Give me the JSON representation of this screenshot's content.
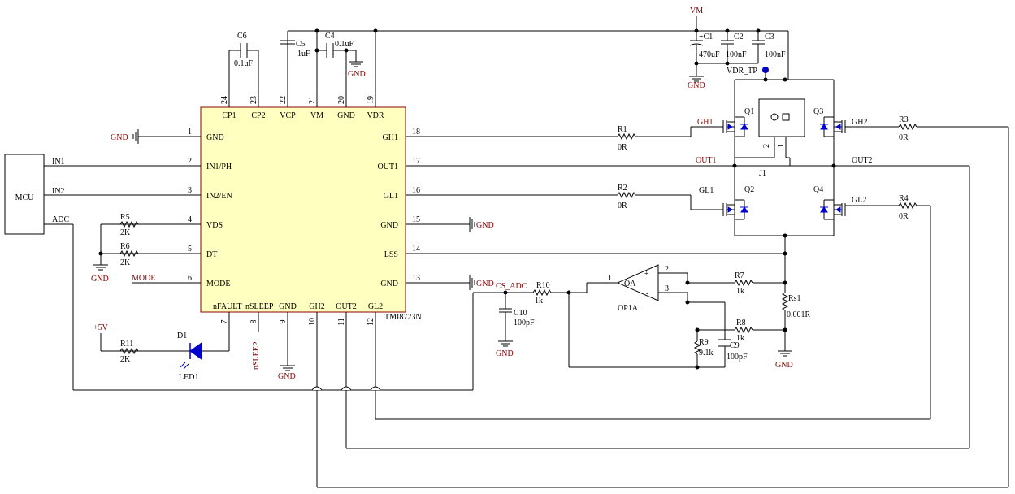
{
  "ic": {
    "name": "TMI8723N",
    "pins": [
      {
        "num": "1",
        "label": "GND"
      },
      {
        "num": "2",
        "label": "IN1/PH"
      },
      {
        "num": "3",
        "label": "IN2/EN"
      },
      {
        "num": "4",
        "label": "VDS"
      },
      {
        "num": "5",
        "label": "DT"
      },
      {
        "num": "6",
        "label": "MODE"
      },
      {
        "num": "7",
        "label": "nFAULT"
      },
      {
        "num": "8",
        "label": "nSLEEP"
      },
      {
        "num": "9",
        "label": "GND"
      },
      {
        "num": "10",
        "label": "GH2"
      },
      {
        "num": "11",
        "label": "OUT2"
      },
      {
        "num": "12",
        "label": "GL2"
      },
      {
        "num": "13",
        "label": "GND"
      },
      {
        "num": "14",
        "label": "LSS"
      },
      {
        "num": "15",
        "label": "GND"
      },
      {
        "num": "16",
        "label": "GL1"
      },
      {
        "num": "17",
        "label": "OUT1"
      },
      {
        "num": "18",
        "label": "GH1"
      },
      {
        "num": "19",
        "label": "VDR"
      },
      {
        "num": "20",
        "label": "GND"
      },
      {
        "num": "21",
        "label": "VM"
      },
      {
        "num": "22",
        "label": "VCP"
      },
      {
        "num": "23",
        "label": "CP2"
      },
      {
        "num": "24",
        "label": "CP1"
      }
    ]
  },
  "mcu": {
    "label": "MCU",
    "signals": [
      "IN1",
      "IN2",
      "ADC"
    ]
  },
  "nets": {
    "gnd": "GND",
    "vm": "VM",
    "mode": "MODE",
    "nsleep": "nSLEEP",
    "p5v": "+5V",
    "cs_adc": "CS_ADC",
    "vdr_tp": "VDR_TP",
    "gh1": "GH1",
    "gl1": "GL1",
    "gh2": "GH2",
    "gl2": "GL2",
    "out1": "OUT1",
    "out2": "OUT2"
  },
  "components": {
    "C6": {
      "ref": "C6",
      "value": "0.1uF"
    },
    "C5": {
      "ref": "C5",
      "value": "1uF"
    },
    "C4": {
      "ref": "C4",
      "value": "0.1uF"
    },
    "C1": {
      "ref": "+C1",
      "value": "470uF"
    },
    "C2": {
      "ref": "C2",
      "value": "100nF"
    },
    "C3": {
      "ref": "C3",
      "value": "100nF"
    },
    "C10": {
      "ref": "C10",
      "value": "100pF"
    },
    "C9": {
      "ref": "C9",
      "value": "100pF"
    },
    "R1": {
      "ref": "R1",
      "value": "0R"
    },
    "R2": {
      "ref": "R2",
      "value": "0R"
    },
    "R3": {
      "ref": "R3",
      "value": "0R"
    },
    "R4": {
      "ref": "R4",
      "value": "0R"
    },
    "R5": {
      "ref": "R5",
      "value": "2K"
    },
    "R6": {
      "ref": "R6",
      "value": "2K"
    },
    "R11": {
      "ref": "R11",
      "value": "2K"
    },
    "R10": {
      "ref": "R10",
      "value": "1k"
    },
    "R7": {
      "ref": "R7",
      "value": "1k"
    },
    "R8": {
      "ref": "R8",
      "value": "1k"
    },
    "R9": {
      "ref": "R9",
      "value": "9.1k"
    },
    "Rs1": {
      "ref": "Rs1",
      "value": "0.001R"
    },
    "D1": {
      "ref": "D1",
      "value": "LED1"
    },
    "Q1": {
      "ref": "Q1"
    },
    "Q2": {
      "ref": "Q2"
    },
    "Q3": {
      "ref": "Q3"
    },
    "Q4": {
      "ref": "Q4"
    },
    "J1": {
      "ref": "J1",
      "pin2": "2",
      "pin1": "1"
    },
    "OP1A": {
      "ref": "OP1A",
      "name": "OA",
      "plus": "+",
      "minus": "-",
      "pin1": "1",
      "pin2": "2",
      "pin3": "3"
    }
  }
}
